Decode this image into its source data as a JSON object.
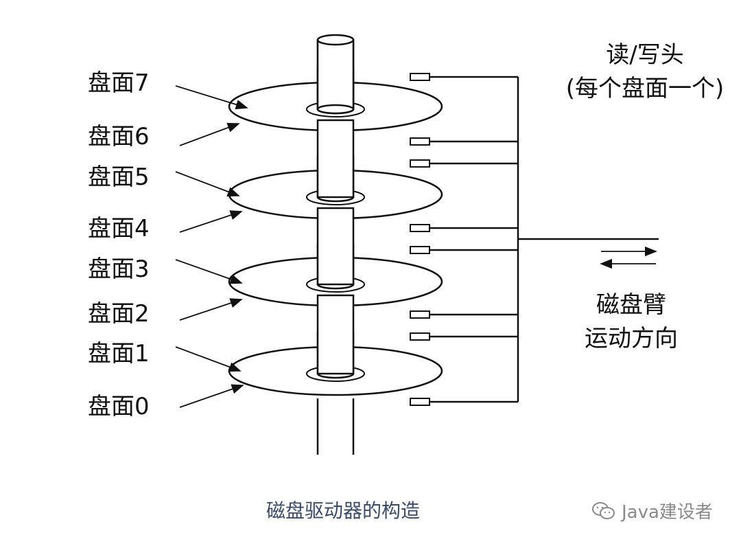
{
  "surfaces": [
    "盘面7",
    "盘面6",
    "盘面5",
    "盘面4",
    "盘面3",
    "盘面2",
    "盘面1",
    "盘面0"
  ],
  "heads_label": {
    "line1": "读/写头",
    "line2": "(每个盘面一个)"
  },
  "arm_label": {
    "line1": "磁盘臂",
    "line2": "运动方向"
  },
  "caption": "磁盘驱动器的构造",
  "watermark": {
    "text": "Java建设者",
    "icon": "wechat-icon"
  },
  "colors": {
    "stroke": "#111111",
    "caption": "#3a4a6a",
    "watermark": "#8a8a8a"
  }
}
